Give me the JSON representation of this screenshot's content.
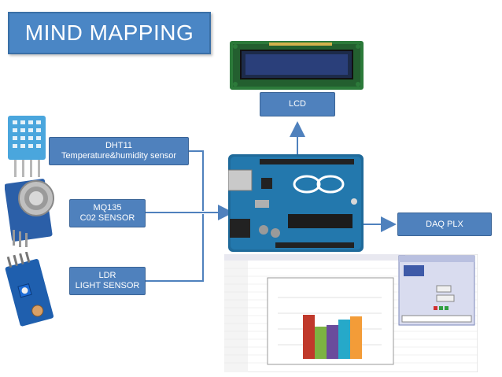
{
  "title": "MIND MAPPING",
  "nodes": {
    "lcd": "LCD",
    "dht11": {
      "line1": "DHT11",
      "line2": "Temperature&humidity sensor"
    },
    "mq135": {
      "line1": "MQ135",
      "line2": "C02 SENSOR"
    },
    "ldr": {
      "line1": "LDR",
      "line2": "LIGHT SENSOR"
    },
    "daq": "DAQ PLX"
  },
  "colors": {
    "title_bg": "#4a86c5",
    "node_bg": "#4f81bd",
    "connector": "#4f81bd"
  },
  "images": [
    "lcd-display-photo",
    "dht11-sensor-photo",
    "mq135-sensor-photo",
    "ldr-sensor-photo",
    "arduino-uno-board-photo",
    "plx-daq-excel-screenshot"
  ]
}
